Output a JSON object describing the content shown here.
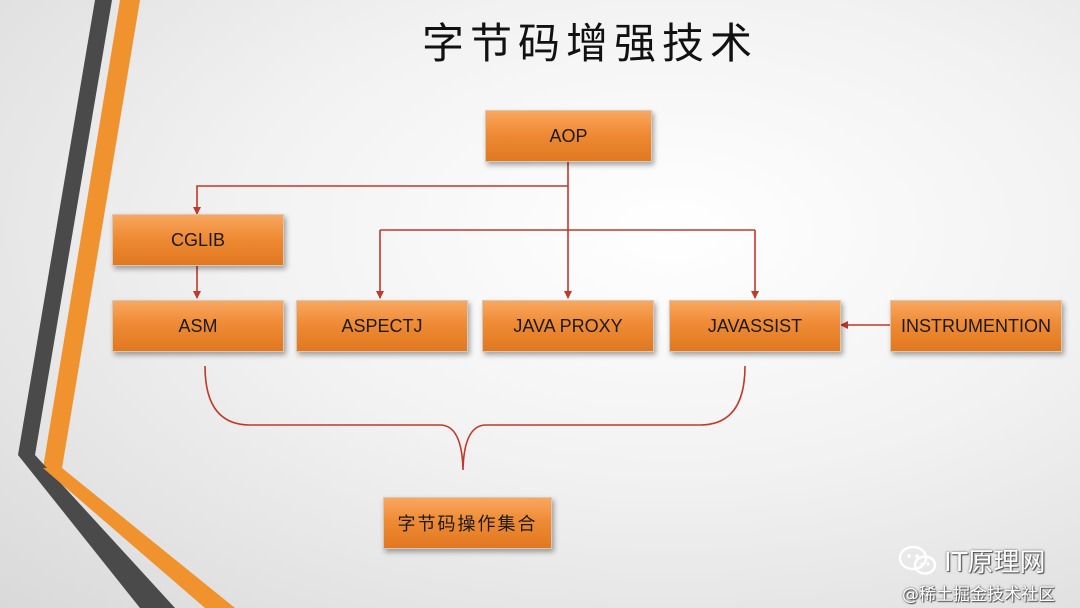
{
  "title": "字节码增强技术",
  "nodes": {
    "aop": "AOP",
    "cglib": "CGLIB",
    "asm": "ASM",
    "aspectj": "ASPECTJ",
    "java_proxy": "JAVA PROXY",
    "javassist": "JAVASSIST",
    "instrumention": "INSTRUMENTION",
    "bytecode_set": "字节码操作集合"
  },
  "watermark": {
    "name": "IT原理网",
    "sub": "@稀土掘金技术社区"
  },
  "colors": {
    "box_top": "#f9a760",
    "box_bottom": "#e07820",
    "connector": "#c0392b",
    "stripe_orange": "#f0922e",
    "stripe_dark": "#4a4a4a"
  }
}
